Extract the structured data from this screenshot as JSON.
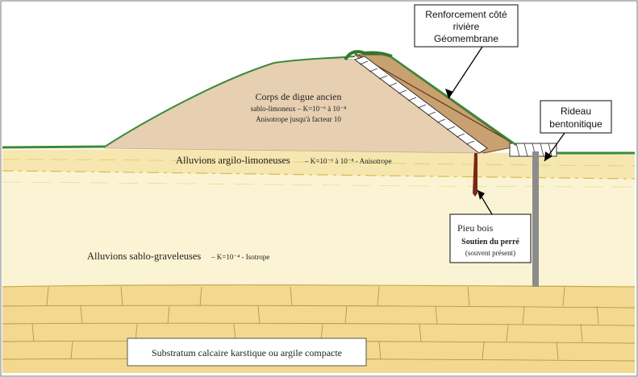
{
  "labels": {
    "reinforcement": [
      "Renforcement côté",
      "rivière",
      "Géomembrane"
    ],
    "dike_body_title": "Corps de digue ancien",
    "dike_body_permeability": "sablo-limoneux – K=10⁻⁶ à 10⁻⁸",
    "dike_body_anisotropy": "Anisotrope jusqu'à facteur 10",
    "silty_alluvium_name": "Alluvions argilo-limoneuses",
    "silty_alluvium_props": "– K=10⁻⁶ à 10⁻⁸ - Anisotrope",
    "gravel_alluvium_name": "Alluvions sablo-graveleuses",
    "gravel_alluvium_props": "– K=10⁻⁴ - Isotrope",
    "bentonite_wall": [
      "Rideau",
      "bentonitique"
    ],
    "wood_pile_title": "Pieu bois",
    "wood_pile_role": "Soutien du perré",
    "wood_pile_note": "(souvent présent)",
    "substratum": "Substratum calcaire karstique ou argile compacte"
  },
  "colors": {
    "dike_body": "#e7cfb2",
    "silty_alluvium": "#f6e7b0",
    "gravel_alluvium": "#fbf4d4",
    "limestone": "#f2d98f",
    "grass": "#3b8a3a",
    "geomembrane": "#c9a070",
    "bentonite_wall": "#8c8c8c",
    "wood_pile": "#7a2a12"
  }
}
